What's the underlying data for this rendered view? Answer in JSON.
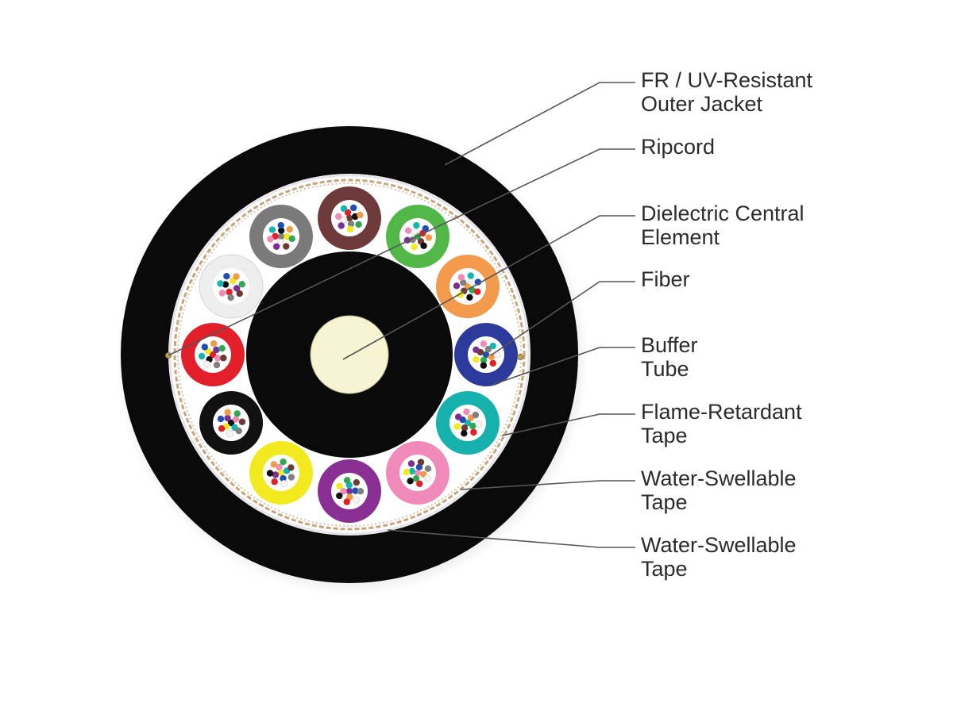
{
  "labels": [
    {
      "id": "jacket",
      "lines": [
        "FR / UV-Resistant",
        "Outer Jacket"
      ]
    },
    {
      "id": "ripcord",
      "lines": [
        "Ripcord"
      ]
    },
    {
      "id": "central",
      "lines": [
        "Dielectric Central",
        "Element"
      ]
    },
    {
      "id": "fiber",
      "lines": [
        "Fiber"
      ]
    },
    {
      "id": "buffer",
      "lines": [
        "Buffer",
        "Tube"
      ]
    },
    {
      "id": "fr-tape",
      "lines": [
        "Flame-Retardant",
        "Tape"
      ]
    },
    {
      "id": "ws-tape-1",
      "lines": [
        "Water-Swellable",
        "Tape"
      ]
    },
    {
      "id": "ws-tape-2",
      "lines": [
        "Water-Swellable",
        "Tape"
      ]
    }
  ],
  "colors": {
    "jacket": "#0a0a0a",
    "core": "#0a0a0a",
    "central_element": "#f6f4d2",
    "tape": "#c9a57c",
    "leader": "#555555",
    "fiber_palette": [
      "#1f4fb5",
      "#f39a45",
      "#2fa84f",
      "#6e3b33",
      "#808080",
      "#f4f4f4",
      "#e21f26",
      "#111111",
      "#f2ea1d",
      "#7b2e93",
      "#ef8bb7",
      "#13b5b0"
    ]
  },
  "buffer_tubes": [
    {
      "name": "blue",
      "color": "#2c3a9b"
    },
    {
      "name": "orange",
      "color": "#f39a4d"
    },
    {
      "name": "green",
      "color": "#51b848"
    },
    {
      "name": "brown",
      "color": "#6e3b3a"
    },
    {
      "name": "slate",
      "color": "#7a7a7a"
    },
    {
      "name": "white",
      "color": "#eeeeee"
    },
    {
      "name": "red",
      "color": "#e3202a"
    },
    {
      "name": "black",
      "color": "#111111"
    },
    {
      "name": "yellow",
      "color": "#f2ea1e"
    },
    {
      "name": "violet",
      "color": "#8a2f93"
    },
    {
      "name": "rose",
      "color": "#f08bb9"
    },
    {
      "name": "aqua",
      "color": "#17b1ad"
    }
  ]
}
